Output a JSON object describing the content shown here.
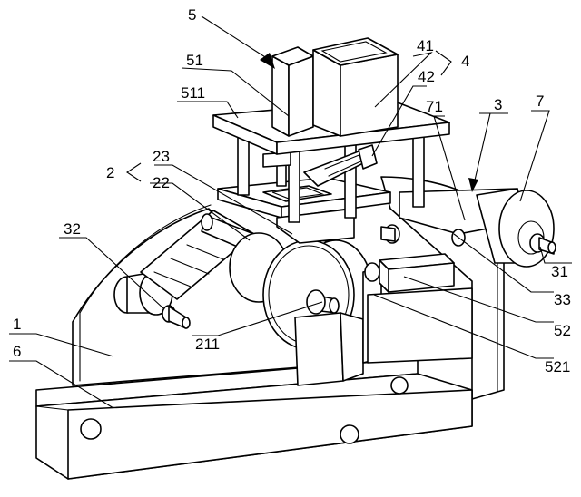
{
  "labels": {
    "l1": "1",
    "l2": "2",
    "l3": "3",
    "l4": "4",
    "l5": "5",
    "l6": "6",
    "l7": "7",
    "l22": "22",
    "l23": "23",
    "l31": "31",
    "l32": "32",
    "l33": "33",
    "l41": "41",
    "l42": "42",
    "l51": "51",
    "l52": "52",
    "l71": "71",
    "l211": "211",
    "l511": "511",
    "l521": "521"
  }
}
